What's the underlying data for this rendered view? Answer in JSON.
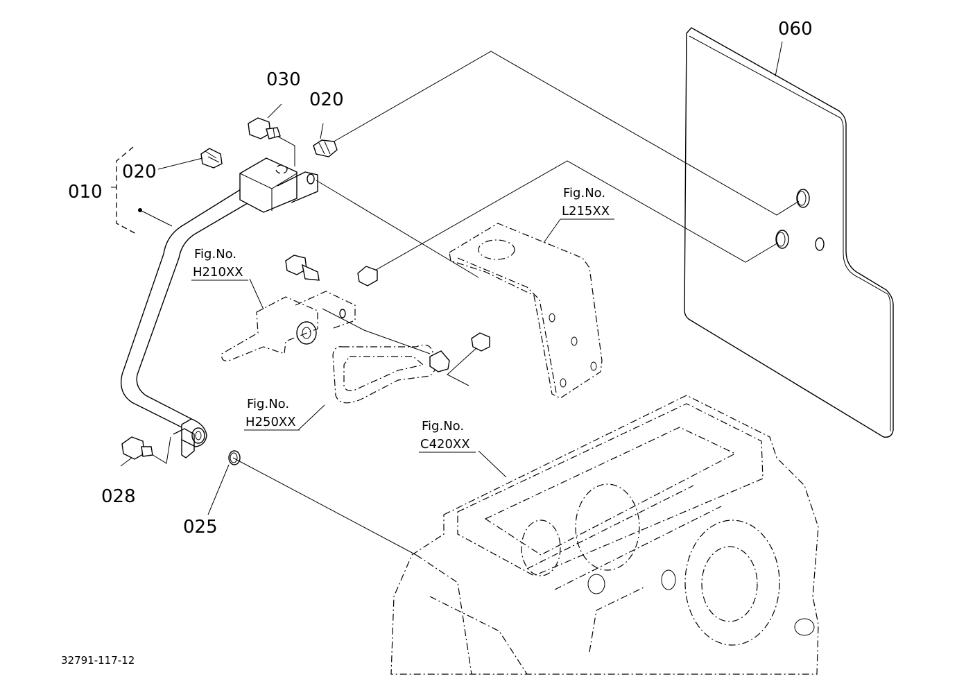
{
  "parts": {
    "p010": "010",
    "p020a": "020",
    "p020b": "020",
    "p030": "030",
    "p025": "025",
    "p028": "028",
    "p060": "060"
  },
  "fig_refs": {
    "l215": {
      "line1": "Fig.No.",
      "line2": "L215XX"
    },
    "h210": {
      "line1": "Fig.No.",
      "line2": "H210XX"
    },
    "h250": {
      "line1": "Fig.No.",
      "line2": "H250XX"
    },
    "c420": {
      "line1": "Fig.No.",
      "line2": "C420XX"
    }
  },
  "drawing_id": "32791-117-12"
}
